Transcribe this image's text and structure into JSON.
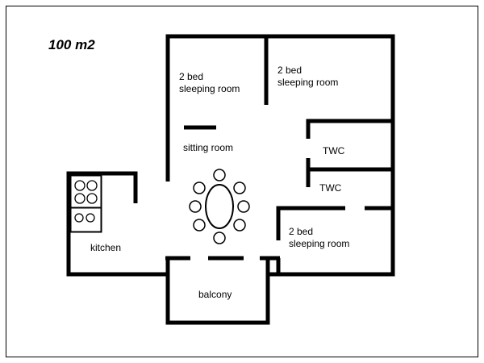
{
  "plan": {
    "area_label": "100 m2",
    "rooms": {
      "bedroom_top_left": {
        "line1": "2 bed",
        "line2": "sleeping room"
      },
      "bedroom_top_right": {
        "line1": "2 bed",
        "line2": "sleeping room"
      },
      "sitting_room": {
        "label": "sitting room"
      },
      "twc_upper": {
        "label": "TWC"
      },
      "twc_lower": {
        "label": "TWC"
      },
      "kitchen": {
        "label": "kitchen"
      },
      "bedroom_bottom_right": {
        "line1": "2 bed",
        "line2": "sleeping room"
      },
      "balcony": {
        "label": "balcony"
      }
    },
    "colors": {
      "wall": "#000000",
      "background": "#ffffff",
      "text": "#000000"
    }
  }
}
